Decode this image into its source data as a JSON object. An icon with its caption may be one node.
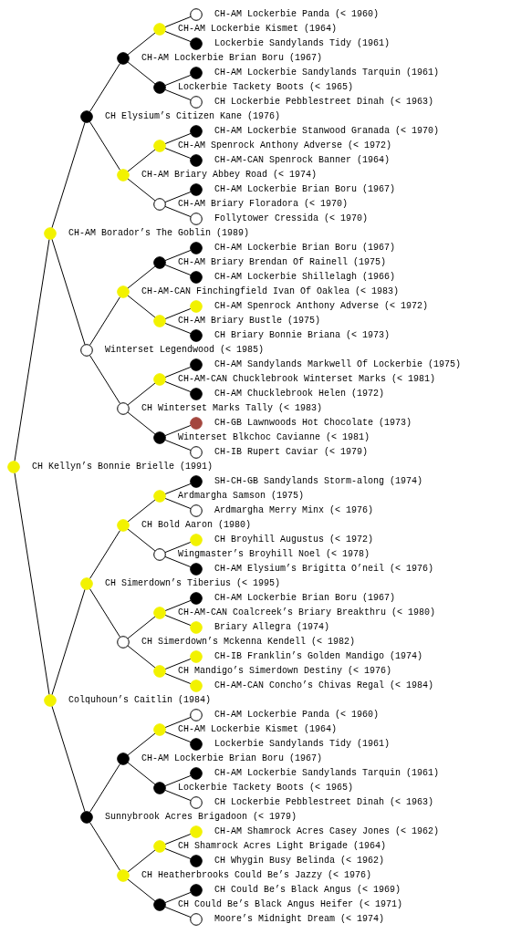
{
  "diagram": {
    "nodes": [
      {
        "text": [
          "CH-AM Lockerbie Panda (< 1960)"
        ]
      },
      {
        "text": [
          "CH-AM Lockerbie Kismet (1964)"
        ]
      },
      {
        "text": [
          "Lockerbie Sandylands Tidy (1961)"
        ]
      },
      {
        "text": [
          "CH-AM Lockerbie Brian Boru (1967)"
        ]
      },
      {
        "text": [
          "CH-AM Lockerbie Sandylands Tarquin (1961)"
        ]
      },
      {
        "text": [
          "Lockerbie Tackety Boots (< 1965)"
        ]
      },
      {
        "text": [
          "CH Lockerbie Pebblestreet Dinah (< 1963)"
        ]
      },
      {
        "text": [
          "CH Elysium’s Citizen Kane (1976)"
        ]
      },
      {
        "text": [
          "CH-AM Lockerbie Stanwood Granada (< 1970)"
        ]
      },
      {
        "text": [
          "CH-AM Spenrock Anthony Adverse (< 1972)"
        ]
      },
      {
        "text": [
          "CH-AM-CAN Spenrock Banner (1964)"
        ]
      },
      {
        "text": [
          "CH-AM Briary Abbey Road (< 1974)"
        ]
      },
      {
        "text": [
          "CH-AM Lockerbie Brian Boru (1967)"
        ]
      },
      {
        "text": [
          "CH-AM Briary Floradora (< 1970)"
        ]
      },
      {
        "text": [
          "Follytower Cressida (< 1970)"
        ]
      },
      {
        "text": [
          "CH-AM Borador’s The Goblin (1989)"
        ]
      },
      {
        "text": [
          "CH-AM Lockerbie Brian Boru (1967)"
        ]
      },
      {
        "text": [
          "CH-AM Briary Brendan Of Rainell (1975)"
        ]
      },
      {
        "text": [
          "CH-AM Lockerbie Shillelagh (1966)"
        ]
      },
      {
        "text": [
          "CH-AM-CAN Finchingfield Ivan Of Oaklea (< 1983)"
        ]
      },
      {
        "text": [
          "CH-AM Spenrock Anthony Adverse (< 1972)"
        ]
      },
      {
        "text": [
          "CH-AM Briary Bustle (1975)"
        ]
      },
      {
        "text": [
          "CH Briary Bonnie Briana (< 1973)"
        ]
      },
      {
        "text": [
          "Winterset Legendwood (< 1985)"
        ]
      },
      {
        "text": [
          "CH-AM Sandylands Markwell Of Lockerbie (1975)"
        ]
      },
      {
        "text": [
          "CH-AM-CAN Chucklebrook Winterset Marks (< 1981)"
        ]
      },
      {
        "text": [
          "CH-AM Chucklebrook Helen (1972)"
        ]
      },
      {
        "text": [
          "CH Winterset Marks Tally (< 1983)"
        ]
      },
      {
        "text": [
          "CH-GB Lawnwoods Hot Chocolate (1973)"
        ]
      },
      {
        "text": [
          "Winterset Blkchoc Cavianne (< 1981)"
        ]
      },
      {
        "text": [
          "CH-IB Rupert Caviar (< 1979)"
        ]
      },
      {
        "text": [
          "CH Kellyn’s Bonnie Brielle (1991)"
        ]
      },
      {
        "text": [
          "SH-CH-GB Sandylands Storm-along (1974)"
        ]
      },
      {
        "text": [
          "Ardmargha Samson (1975)"
        ]
      },
      {
        "text": [
          "Ardmargha Merry Minx (< 1976)"
        ]
      },
      {
        "text": [
          "CH Bold Aaron (1980)"
        ]
      },
      {
        "text": [
          "CH Broyhill Augustus (< 1972)"
        ]
      },
      {
        "text": [
          "Wingmaster’s Broyhill Noel (< 1978)"
        ]
      },
      {
        "text": [
          "CH-AM Elysium’s Brigitta O’neil (< 1976)"
        ]
      },
      {
        "text": [
          "CH Simerdown’s Tiberius (< 1995)"
        ]
      },
      {
        "text": [
          "CH-AM Lockerbie Brian Boru (1967)"
        ]
      },
      {
        "text": [
          "CH-AM-CAN Coalcreek’s Briary Breakthru (< 1980)"
        ]
      },
      {
        "text": [
          "Briary Allegra (1974)"
        ]
      },
      {
        "text": [
          "CH Simerdown’s Mckenna Kendell (< 1982)"
        ]
      },
      {
        "text": [
          "CH-IB Franklin’s Golden Mandigo (1974)"
        ]
      },
      {
        "text": [
          "CH Mandigo’s Simerdown Destiny (< 1976)"
        ]
      },
      {
        "text": [
          "CH-AM-CAN Concho’s Chivas Regal (< 1984)"
        ]
      },
      {
        "text": [
          "Colquhoun’s Caitlin (1984)"
        ]
      },
      {
        "text": [
          "CH-AM Lockerbie Panda (< 1960)"
        ]
      },
      {
        "text": [
          "CH-AM Lockerbie Kismet (1964)"
        ]
      },
      {
        "text": [
          "Lockerbie Sandylands Tidy (1961)"
        ]
      },
      {
        "text": [
          "CH-AM Lockerbie Brian Boru (1967)"
        ]
      },
      {
        "text": [
          "CH-AM Lockerbie Sandylands Tarquin (1961)"
        ]
      },
      {
        "text": [
          "Lockerbie Tackety Boots (< 1965)"
        ]
      },
      {
        "text": [
          "CH Lockerbie Pebblestreet Dinah (< 1963)"
        ]
      },
      {
        "text": [
          "Sunnybrook Acres Brigadoon (< 1979)"
        ]
      },
      {
        "text": [
          "CH-AM Shamrock Acres Casey Jones (< 1962)"
        ]
      },
      {
        "text": [
          "CH Shamrock Acres Light Brigade (1964)"
        ]
      },
      {
        "text": [
          "CH Whygin Busy Belinda (< 1962)"
        ]
      },
      {
        "text": [
          "CH Heatherbrooks Could Be’s Jazzy (< 1976)"
        ]
      },
      {
        "text": [
          "CH Could Be’s Black Angus (< 1969)"
        ]
      },
      {
        "text": [
          "CH Could Be’s Black Angus Heifer (< 1971)"
        ]
      },
      {
        "text": [
          "Moore’s Midnight Dream (< 1974)"
        ]
      }
    ],
    "edges": [
      {
        "from": 1,
        "to": 0,
        "arrow": "none"
      },
      {
        "from": 1,
        "to": 2,
        "arrow": "none"
      },
      {
        "from": 3,
        "to": 1,
        "arrow": "none"
      },
      {
        "from": 3,
        "to": 5,
        "arrow": "none"
      },
      {
        "from": 5,
        "to": 4,
        "arrow": "none"
      },
      {
        "from": 5,
        "to": 6,
        "arrow": "none"
      },
      {
        "from": 7,
        "to": 3,
        "arrow": "none"
      },
      {
        "from": 7,
        "to": 11,
        "arrow": "none"
      },
      {
        "from": 9,
        "to": 8,
        "arrow": "none"
      },
      {
        "from": 9,
        "to": 10,
        "arrow": "none"
      },
      {
        "from": 11,
        "to": 9,
        "arrow": "none"
      },
      {
        "from": 11,
        "to": 13,
        "arrow": "none"
      },
      {
        "from": 13,
        "to": 12,
        "arrow": "none"
      },
      {
        "from": 13,
        "to": 14,
        "arrow": "none"
      },
      {
        "from": 15,
        "to": 7,
        "arrow": "none"
      },
      {
        "from": 15,
        "to": 23,
        "arrow": "none"
      },
      {
        "from": 17,
        "to": 16,
        "arrow": "none"
      },
      {
        "from": 17,
        "to": 18,
        "arrow": "none"
      },
      {
        "from": 19,
        "to": 17,
        "arrow": "none"
      },
      {
        "from": 19,
        "to": 21,
        "arrow": "none"
      },
      {
        "from": 21,
        "to": 20,
        "arrow": "none"
      },
      {
        "from": 21,
        "to": 22,
        "arrow": "none"
      },
      {
        "from": 23,
        "to": 19,
        "arrow": "none"
      },
      {
        "from": 23,
        "to": 27,
        "arrow": "none"
      },
      {
        "from": 25,
        "to": 24,
        "arrow": "none"
      },
      {
        "from": 25,
        "to": 26,
        "arrow": "none"
      },
      {
        "from": 27,
        "to": 25,
        "arrow": "none"
      },
      {
        "from": 27,
        "to": 29,
        "arrow": "none"
      },
      {
        "from": 29,
        "to": 28,
        "arrow": "none"
      },
      {
        "from": 29,
        "to": 30,
        "arrow": "none"
      },
      {
        "from": 31,
        "to": 15,
        "arrow": "none"
      },
      {
        "from": 31,
        "to": 47,
        "arrow": "none"
      },
      {
        "from": 33,
        "to": 32,
        "arrow": "none"
      },
      {
        "from": 33,
        "to": 34,
        "arrow": "none"
      },
      {
        "from": 35,
        "to": 33,
        "arrow": "none"
      },
      {
        "from": 35,
        "to": 37,
        "arrow": "none"
      },
      {
        "from": 37,
        "to": 36,
        "arrow": "none"
      },
      {
        "from": 37,
        "to": 38,
        "arrow": "none"
      },
      {
        "from": 39,
        "to": 35,
        "arrow": "none"
      },
      {
        "from": 39,
        "to": 43,
        "arrow": "none"
      },
      {
        "from": 41,
        "to": 40,
        "arrow": "none"
      },
      {
        "from": 41,
        "to": 42,
        "arrow": "none"
      },
      {
        "from": 43,
        "to": 41,
        "arrow": "none"
      },
      {
        "from": 43,
        "to": 45,
        "arrow": "none"
      },
      {
        "from": 45,
        "to": 44,
        "arrow": "none"
      },
      {
        "from": 45,
        "to": 46,
        "arrow": "none"
      },
      {
        "from": 47,
        "to": 39,
        "arrow": "none"
      },
      {
        "from": 47,
        "to": 55,
        "arrow": "none"
      },
      {
        "from": 49,
        "to": 48,
        "arrow": "none"
      },
      {
        "from": 49,
        "to": 50,
        "arrow": "none"
      },
      {
        "from": 51,
        "to": 49,
        "arrow": "none"
      },
      {
        "from": 51,
        "to": 53,
        "arrow": "none"
      },
      {
        "from": 53,
        "to": 52,
        "arrow": "none"
      },
      {
        "from": 53,
        "to": 54,
        "arrow": "none"
      },
      {
        "from": 55,
        "to": 51,
        "arrow": "none"
      },
      {
        "from": 55,
        "to": 59,
        "arrow": "none"
      },
      {
        "from": 57,
        "to": 56,
        "arrow": "none"
      },
      {
        "from": 57,
        "to": 58,
        "arrow": "none"
      },
      {
        "from": 59,
        "to": 57,
        "arrow": "none"
      },
      {
        "from": 59,
        "to": 61,
        "arrow": "none"
      },
      {
        "from": 61,
        "to": 60,
        "arrow": "none"
      },
      {
        "from": 61,
        "to": 62,
        "arrow": "none"
      }
    ]
  }
}
